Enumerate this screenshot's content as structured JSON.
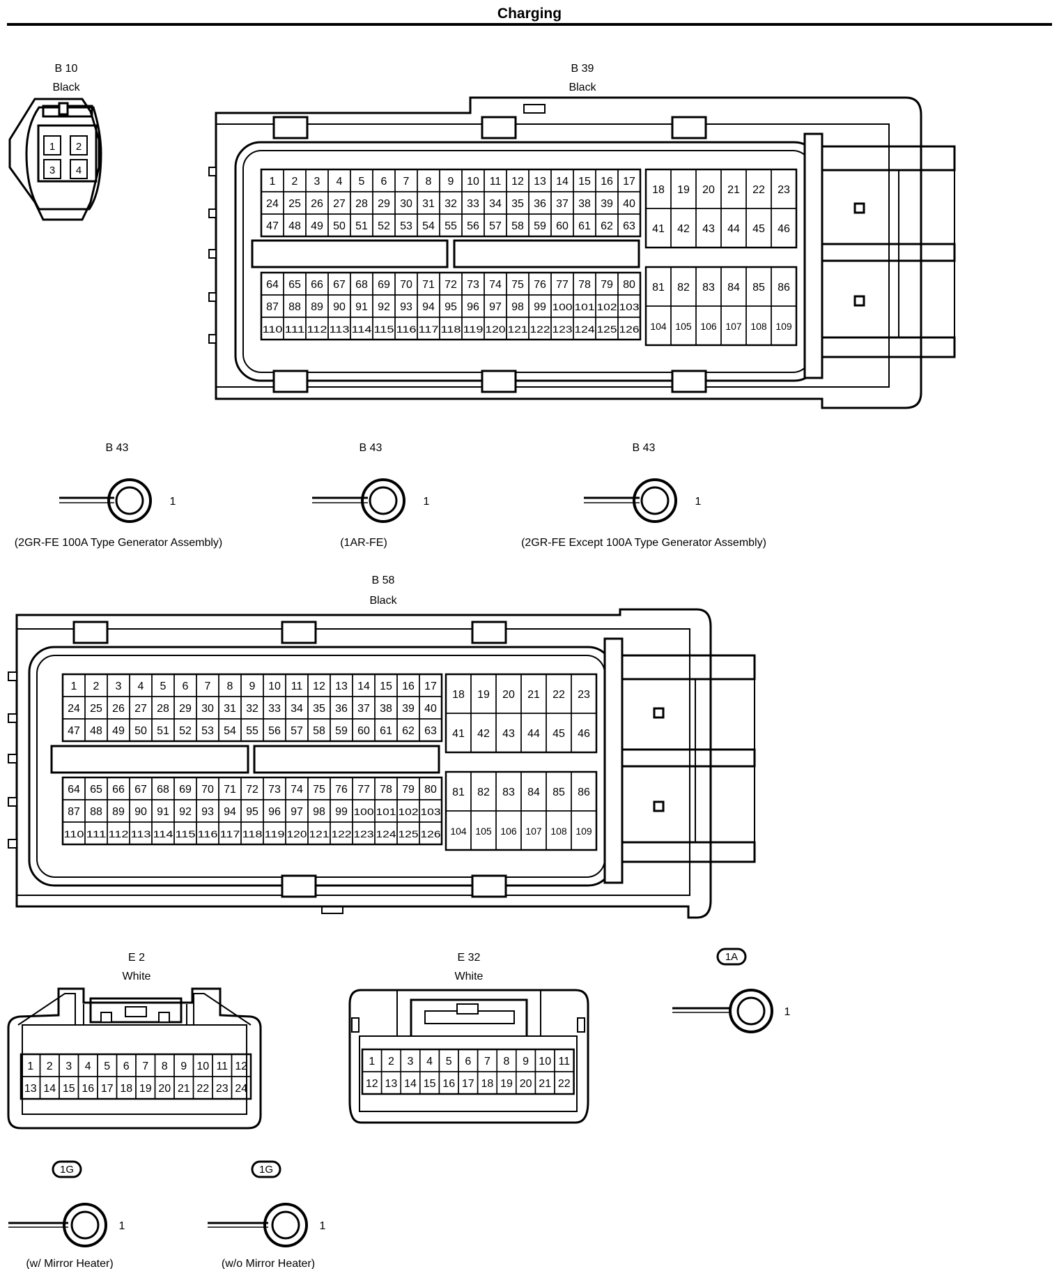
{
  "page": {
    "title": "Charging"
  },
  "b10": {
    "code": "B 10",
    "color": "Black",
    "pins": [
      "1",
      "2",
      "3",
      "4"
    ]
  },
  "b39": {
    "code": "B 39",
    "color": "Black"
  },
  "b58": {
    "code": "B 58",
    "color": "Black"
  },
  "b43": [
    {
      "code": "B 43",
      "pin": "1",
      "note": "(2GR-FE 100A Type Generator Assembly)"
    },
    {
      "code": "B 43",
      "pin": "1",
      "note": "(1AR-FE)"
    },
    {
      "code": "B 43",
      "pin": "1",
      "note": "(2GR-FE Except 100A Type Generator Assembly)"
    }
  ],
  "ecu_pin_groups": {
    "upper_left": [
      [
        "1",
        "2",
        "3",
        "4",
        "5",
        "6",
        "7",
        "8",
        "9",
        "10",
        "11",
        "12",
        "13",
        "14",
        "15",
        "16",
        "17"
      ],
      [
        "24",
        "25",
        "26",
        "27",
        "28",
        "29",
        "30",
        "31",
        "32",
        "33",
        "34",
        "35",
        "36",
        "37",
        "38",
        "39",
        "40"
      ],
      [
        "47",
        "48",
        "49",
        "50",
        "51",
        "52",
        "53",
        "54",
        "55",
        "56",
        "57",
        "58",
        "59",
        "60",
        "61",
        "62",
        "63"
      ]
    ],
    "lower_left": [
      [
        "64",
        "65",
        "66",
        "67",
        "68",
        "69",
        "70",
        "71",
        "72",
        "73",
        "74",
        "75",
        "76",
        "77",
        "78",
        "79",
        "80"
      ],
      [
        "87",
        "88",
        "89",
        "90",
        "91",
        "92",
        "93",
        "94",
        "95",
        "96",
        "97",
        "98",
        "99",
        "100",
        "101",
        "102",
        "103"
      ],
      [
        "110",
        "111",
        "112",
        "113",
        "114",
        "115",
        "116",
        "117",
        "118",
        "119",
        "120",
        "121",
        "122",
        "123",
        "124",
        "125",
        "126"
      ]
    ],
    "upper_right": [
      [
        "18",
        "19",
        "20",
        "21",
        "22",
        "23"
      ],
      [
        "41",
        "42",
        "43",
        "44",
        "45",
        "46"
      ]
    ],
    "lower_right": [
      [
        "81",
        "82",
        "83",
        "84",
        "85",
        "86"
      ],
      [
        "104",
        "105",
        "106",
        "107",
        "108",
        "109"
      ]
    ]
  },
  "e2": {
    "code": "E 2",
    "color": "White",
    "pins": [
      [
        "1",
        "2",
        "3",
        "4",
        "5",
        "6",
        "7",
        "8",
        "9",
        "10",
        "11",
        "12"
      ],
      [
        "13",
        "14",
        "15",
        "16",
        "17",
        "18",
        "19",
        "20",
        "21",
        "22",
        "23",
        "24"
      ]
    ]
  },
  "e32": {
    "code": "E 32",
    "color": "White",
    "pins": [
      [
        "1",
        "2",
        "3",
        "4",
        "5",
        "6",
        "7",
        "8",
        "9",
        "10",
        "11"
      ],
      [
        "12",
        "13",
        "14",
        "15",
        "16",
        "17",
        "18",
        "19",
        "20",
        "21",
        "22"
      ]
    ]
  },
  "ground_1a": {
    "code": "1A",
    "pin": "1"
  },
  "ground_1g": [
    {
      "code": "1G",
      "pin": "1",
      "note": "(w/ Mirror Heater)"
    },
    {
      "code": "1G",
      "pin": "1",
      "note": "(w/o Mirror Heater)"
    }
  ]
}
